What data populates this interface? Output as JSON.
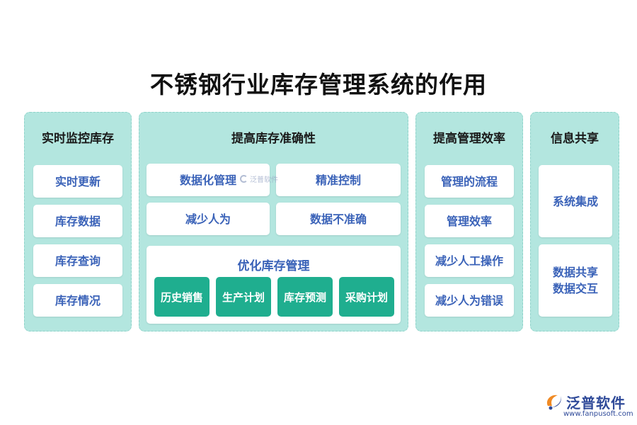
{
  "title": "不锈钢行业库存管理系统的作用",
  "panels": [
    {
      "title": "实时监控库存",
      "items": [
        "实时更新",
        "库存数据",
        "库存查询",
        "库存情况"
      ]
    },
    {
      "title": "提高库存准确性",
      "items": [
        "数据化管理",
        "精准控制",
        "减少人为",
        "数据不准确"
      ],
      "sub": {
        "title": "优化库存管理",
        "items": [
          "历史销售",
          "生产计划",
          "库存预测",
          "采购计划"
        ]
      }
    },
    {
      "title": "提高管理效率",
      "items": [
        "管理的流程",
        "管理效率",
        "减少人工操作",
        "减少人为错误"
      ]
    },
    {
      "title": "信息共享",
      "items": [
        "系统集成",
        "数据共享",
        "数据交互"
      ]
    }
  ],
  "watermark": "泛普软件",
  "logo": {
    "name": "泛普软件",
    "url": "www.fanpusoft.com"
  },
  "colors": {
    "panel": "#b3e6df",
    "card_text": "#3a62b8",
    "accent": "#1fae8f",
    "logo": "#2f4a99"
  }
}
